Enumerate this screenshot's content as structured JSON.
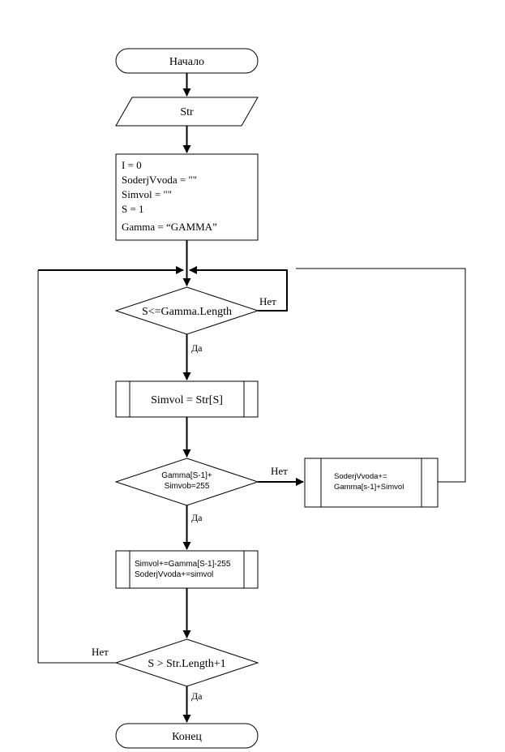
{
  "start": {
    "label": "Начало"
  },
  "input": {
    "label": "Str"
  },
  "init": {
    "lines": [
      "I = 0",
      "SoderjVvoda = \"\"",
      "Simvol = \"\"",
      "S = 1",
      "Gamma = “GAMMA”"
    ]
  },
  "loop_condition": {
    "label": "S<=Gamma.Length",
    "no_label": "Нет",
    "yes_label": "Да"
  },
  "assign_symbol": {
    "label": "Simvol = Str[S]"
  },
  "overflow_condition": {
    "lines": [
      "Gamma[S-1]+",
      "Simvob=255"
    ],
    "no_label": "Нет",
    "yes_label": "Да"
  },
  "no_overflow_process": {
    "lines": [
      "SoderjVvoda+=",
      "Gamma[s-1]+Simvol"
    ]
  },
  "overflow_process": {
    "lines": [
      "Simvol+=Gamma[S-1]-255",
      "SoderjVvoda+=simvol"
    ]
  },
  "end_condition": {
    "label": "S > Str.Length+1",
    "no_label": "Нет",
    "yes_label": "Да"
  },
  "end": {
    "label": "Конец"
  }
}
